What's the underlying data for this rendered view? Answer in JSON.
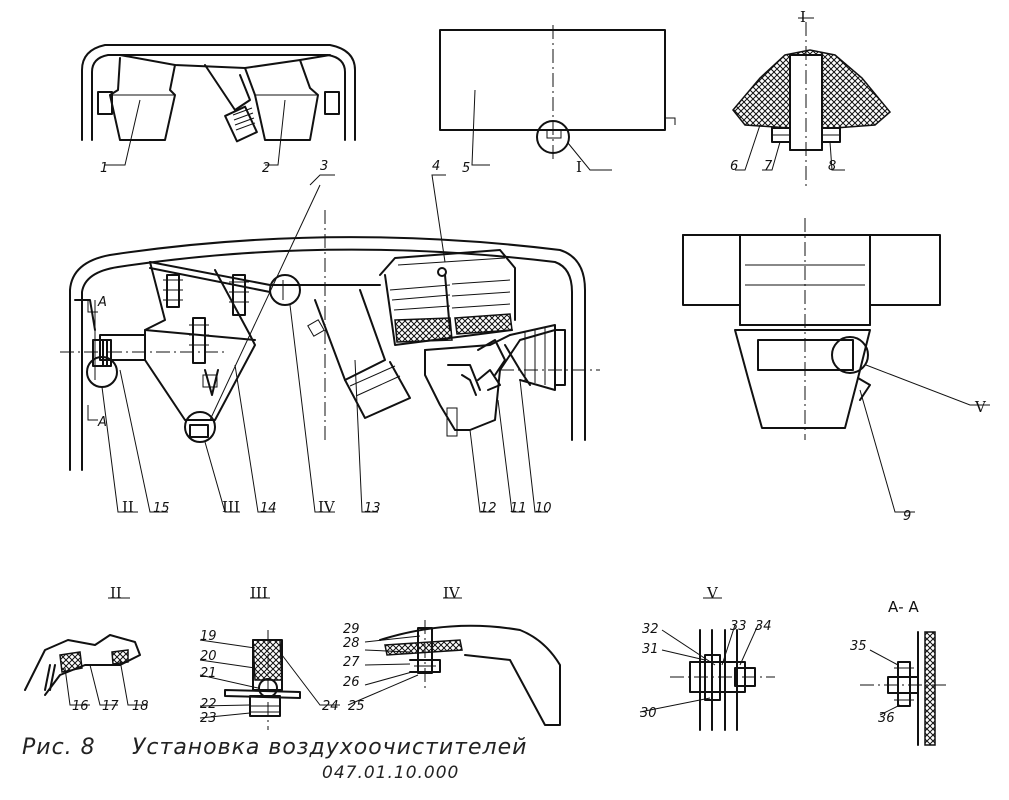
{
  "caption": {
    "figure": "Рис. 8",
    "title": "Установка воздухоочистителей",
    "code": "047.01.10.000"
  },
  "views": {
    "I": "I",
    "II": "II",
    "III": "III",
    "IV": "IV",
    "V": "V",
    "AA": "А- А",
    "A": "А"
  },
  "callouts": {
    "c1": "1",
    "c2": "2",
    "c3": "3",
    "c4": "4",
    "c5": "5",
    "c6": "6",
    "c7": "7",
    "c8": "8",
    "c9": "9",
    "c10": "10",
    "c11": "11",
    "c12": "12",
    "c13": "13",
    "c14": "14",
    "c15": "15",
    "c16": "16",
    "c17": "17",
    "c18": "18",
    "c19": "19",
    "c20": "20",
    "c21": "21",
    "c22": "22",
    "c23": "23",
    "c24": "24",
    "c25": "25",
    "c26": "26",
    "c27": "27",
    "c28": "28",
    "c29": "29",
    "c30": "30",
    "c31": "31",
    "c32": "32",
    "c33": "33",
    "c34": "34",
    "c35": "35",
    "c36": "36"
  }
}
